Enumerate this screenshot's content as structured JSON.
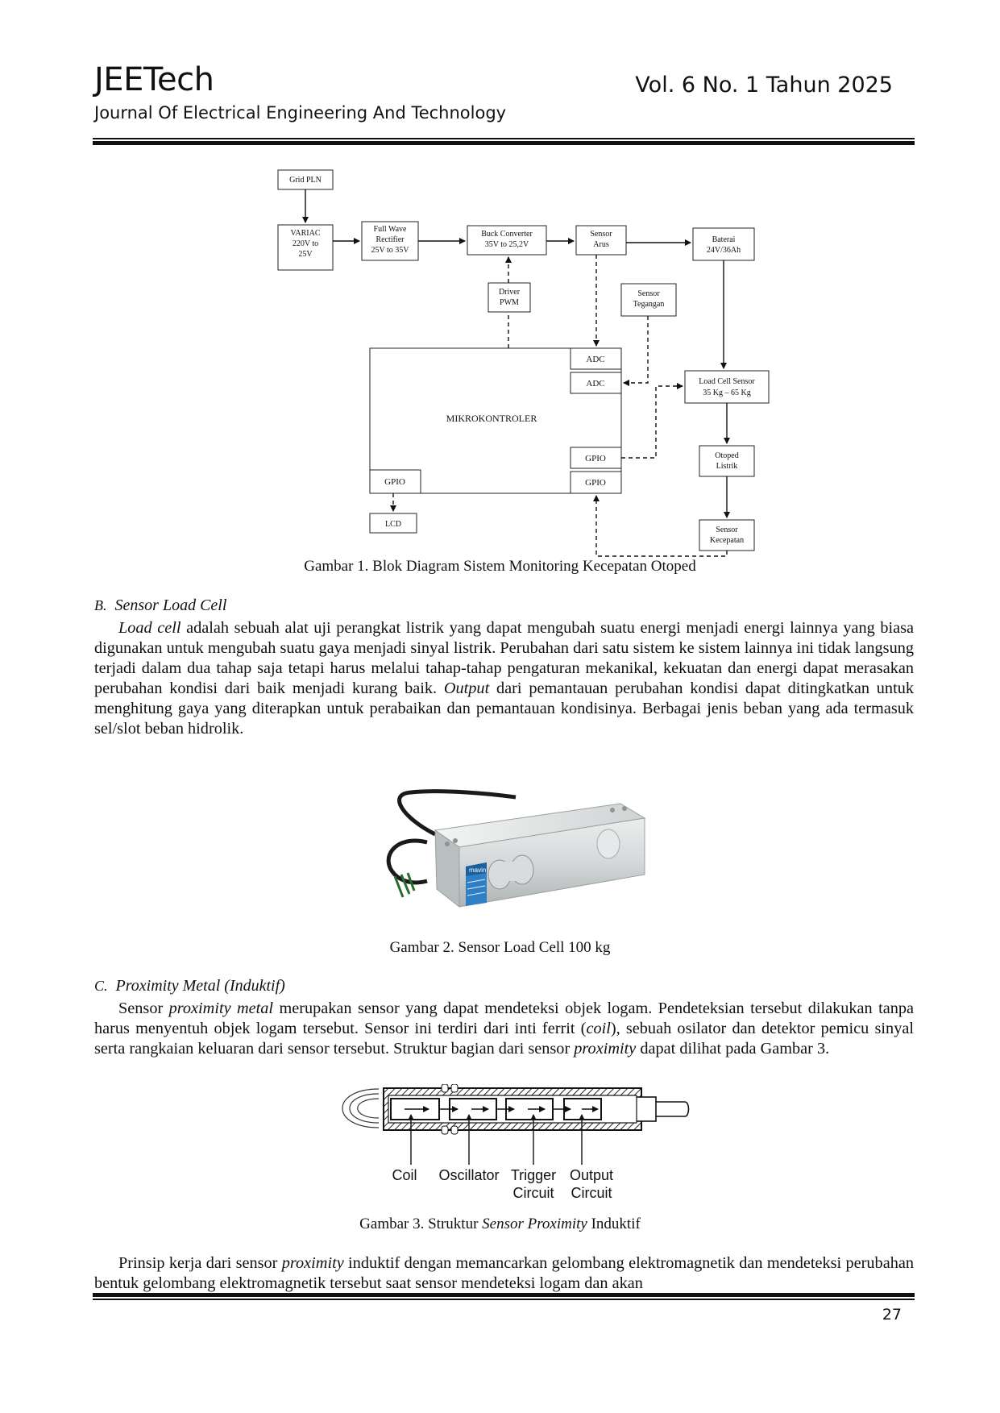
{
  "header": {
    "journal_name": "JEETech",
    "journal_subtitle": "Journal Of Electrical Engineering And Technology",
    "volume": "Vol. 6 No. 1 Tahun 2025"
  },
  "figure1": {
    "blocks": {
      "grid": "Grid PLN",
      "variac": [
        "VARIAC",
        "220V to",
        "25V"
      ],
      "rectifier": [
        "Full Wave",
        "Rectifier",
        "25V to 35V"
      ],
      "buck": [
        "Buck Converter",
        "35V to 25,2V"
      ],
      "sensor_arus": [
        "Sensor",
        "Arus"
      ],
      "baterai": [
        "Baterai",
        "24V/36Ah"
      ],
      "driver": [
        "Driver",
        "PWM"
      ],
      "sensor_tegangan": [
        "Sensor",
        "Tegangan"
      ],
      "adc1": "ADC",
      "adc2": "ADC",
      "mcu": "MIKROKONTROLER",
      "gpio_right1": "GPIO",
      "gpio_right2": "GPIO",
      "gpio_left": "GPIO",
      "lcd": "LCD",
      "load_cell": [
        "Load Cell Sensor",
        "35 Kg – 65 Kg"
      ],
      "otoped": [
        "Otoped",
        "Listrik"
      ],
      "sensor_kecepatan": [
        "Sensor",
        "Kecepatan"
      ]
    },
    "caption": "Gambar 1. Blok Diagram Sistem Monitoring Kecepatan Otoped"
  },
  "section_b": {
    "label": "B.",
    "title": "Sensor Load Cell",
    "para_lead": "Load cell",
    "para_rest1": " adalah sebuah alat uji perangkat listrik yang dapat mengubah suatu energi menjadi energi lainnya yang biasa digunakan untuk mengubah suatu gaya menjadi sinyal listrik. Perubahan dari satu sistem ke sistem lainnya ini tidak langsung terjadi dalam dua tahap saja tetapi harus melalui tahap-tahap pengaturan mekanikal, kekuatan dan energi dapat merasakan perubahan kondisi dari baik menjadi kurang baik. ",
    "para_italic2": "Output",
    "para_rest2": " dari pemantauan perubahan kondisi dapat ditingkatkan untuk menghitung gaya yang diterapkan untuk perabaikan dan pemantauan kondisinya. Berbagai jenis beban yang ada termasuk sel/slot beban hidrolik."
  },
  "figure2": {
    "label_brand": "mavin",
    "caption": "Gambar 2. Sensor Load Cell 100 kg"
  },
  "section_c": {
    "label": "C.",
    "title": "Proximity Metal (Induktif)",
    "p1_a": "Sensor ",
    "p1_i1": "proximity metal",
    "p1_b": " merupakan sensor yang dapat mendeteksi objek logam. Pendeteksian tersebut dilakukan tanpa harus menyentuh objek logam tersebut. Sensor ini terdiri dari inti ferrit (",
    "p1_i2": "coil",
    "p1_c": "), sebuah osilator dan detektor pemicu sinyal serta rangkaian keluaran dari sensor tersebut. Struktur bagian dari sensor ",
    "p1_i3": "proximity",
    "p1_d": " dapat dilihat pada Gambar 3."
  },
  "figure3": {
    "labels": [
      "Coil",
      "Oscillator",
      "Trigger",
      "Circuit",
      "Output",
      "Circuit"
    ],
    "caption_a": "Gambar 3. Struktur ",
    "caption_i": "Sensor Proximity",
    "caption_b": " Induktif"
  },
  "closing": {
    "a": "Prinsip kerja dari sensor ",
    "i": "proximity",
    "b": " induktif dengan memancarkan gelombang elektromagnetik dan mendeteksi perubahan bentuk gelombang elektromagnetik tersebut saat sensor mendeteksi logam dan akan"
  },
  "page_number": "27"
}
